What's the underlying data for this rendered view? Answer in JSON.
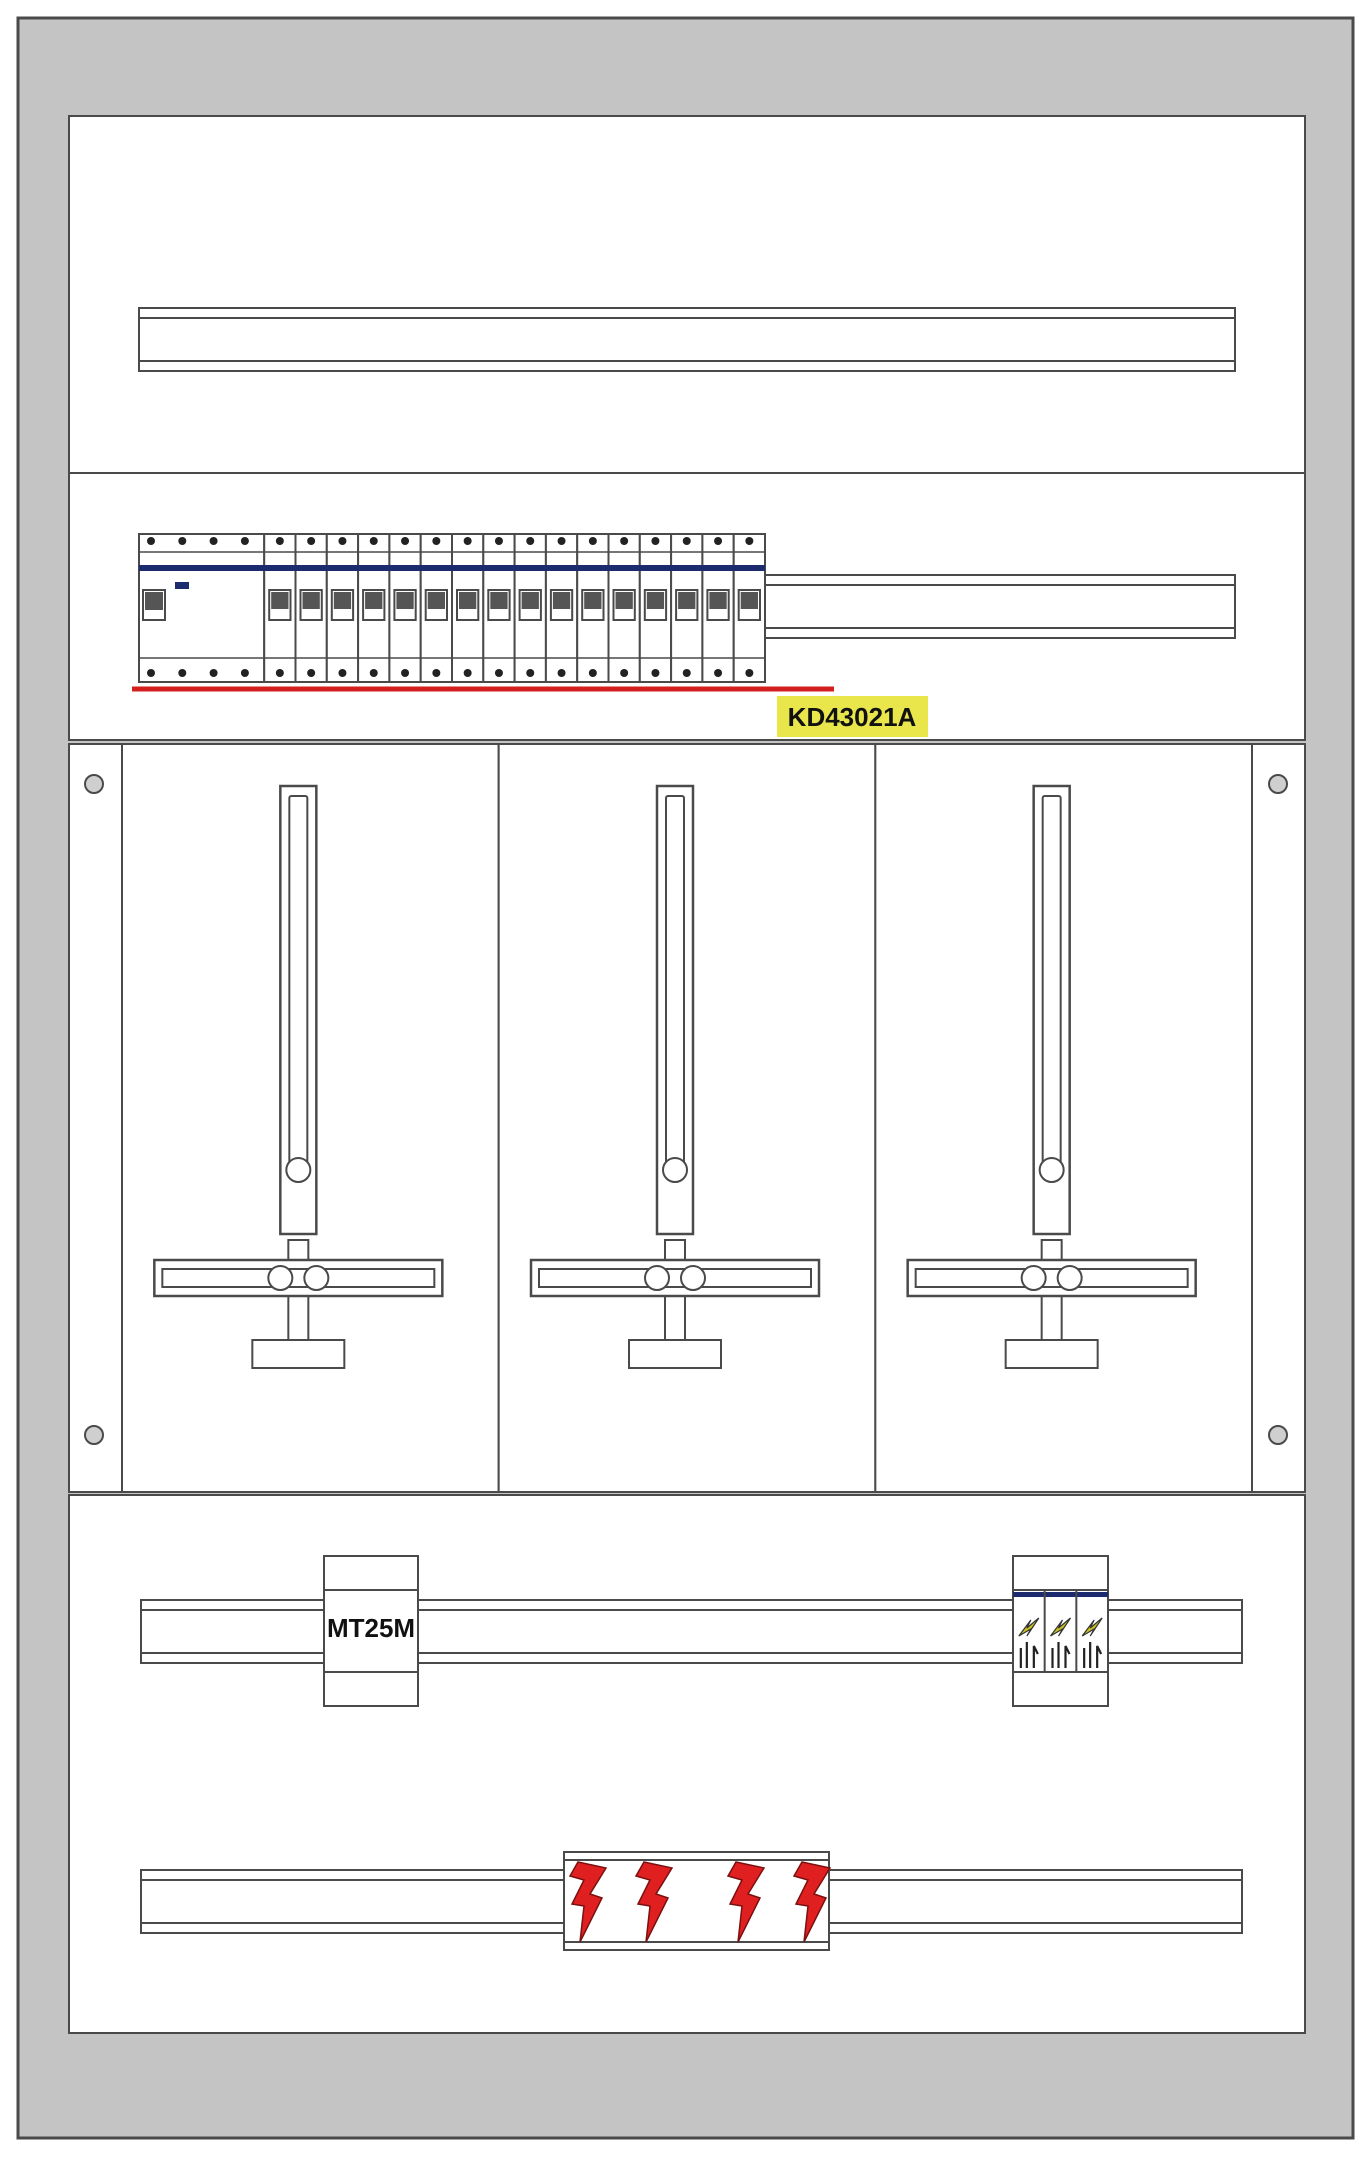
{
  "labels": {
    "model_code": "KD43021A",
    "terminal_label": "MT25M"
  },
  "colors": {
    "enclosure": "#c4c4c4",
    "panel": "#ffffff",
    "line": "#4a4a4a",
    "breaker_bar": "#1c2a6e",
    "red_rail": "#d41f1f",
    "highlight": "#e8e64a",
    "bolt": "#cfcfcf",
    "lightning": "#e02020",
    "surge_bolt": "#c8c020"
  },
  "diagram": {
    "breaker_modules": {
      "rcd_width": 4,
      "mcb_count": 16
    },
    "meter_bays": 3,
    "spd_poles": 3,
    "warning_symbols": 4
  }
}
